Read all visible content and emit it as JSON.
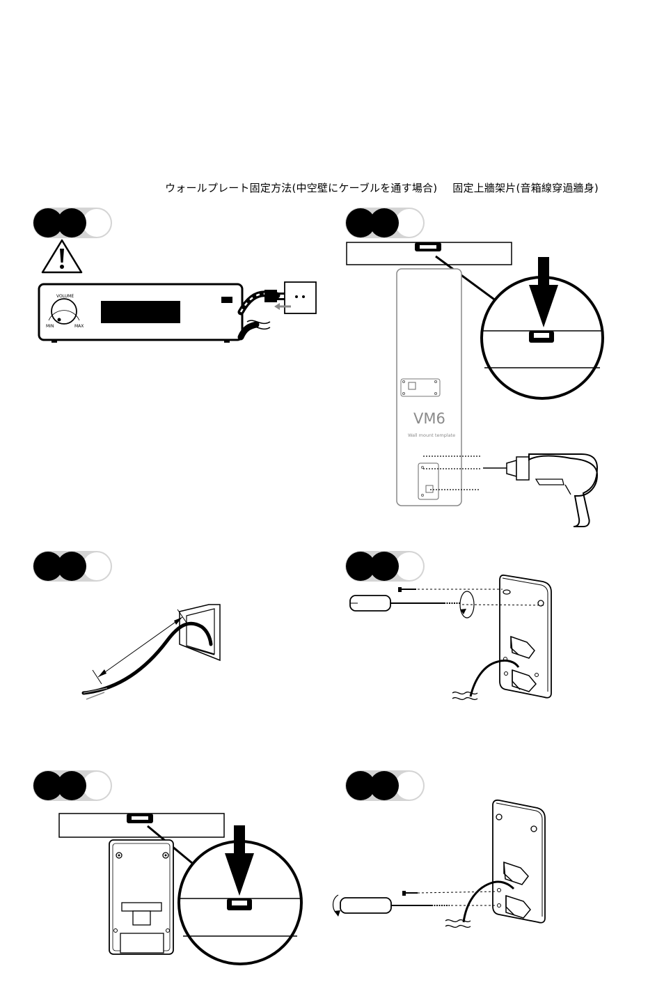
{
  "header": {
    "title_ja": "ウォールプレート固定方法(中空壁にケーブルを通す場合)",
    "title_zh": "固定上牆架片(音箱線穿過牆身)"
  },
  "amplifier": {
    "volume_label": "VOLUME",
    "min_label": "MIN",
    "max_label": "MAX"
  },
  "template": {
    "model": "VM6",
    "caption": "Wall mount template"
  },
  "icons": [
    "warning-icon",
    "step-indicator",
    "spirit-level",
    "drill",
    "screwdriver",
    "wall-plate",
    "wall-outlet",
    "cable"
  ]
}
